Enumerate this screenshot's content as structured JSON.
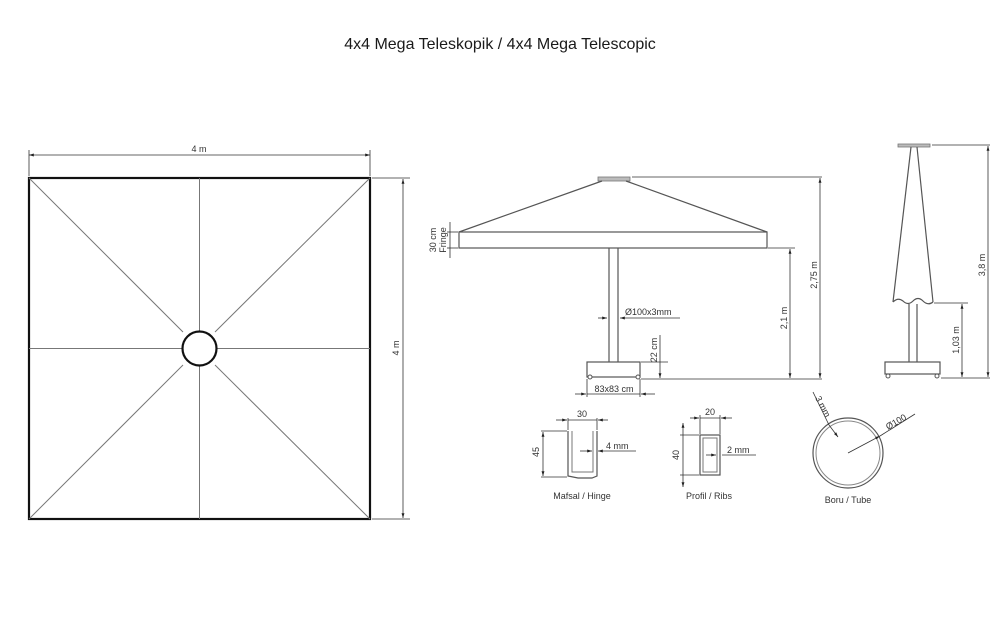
{
  "title": "4x4 Mega Teleskopik / 4x4 Mega Telescopic",
  "top_view": {
    "width_label": "4 m",
    "height_label": "4 m"
  },
  "side_view": {
    "fringe_label": "30 cm",
    "fringe_sub": "Fringe",
    "pole_label": "Ø100x3mm",
    "base_height_label": "22 cm",
    "base_size_label": "83x83 cm",
    "clearance_label": "2,1 m",
    "total_height_label": "2,75 m"
  },
  "closed_view": {
    "total_height_label": "3,8 m",
    "clearance_label": "1,03 m"
  },
  "details": {
    "hinge": {
      "width": "30",
      "height": "45",
      "thickness": "4 mm",
      "caption": "Mafsal / Hinge"
    },
    "ribs": {
      "width": "20",
      "height": "40",
      "thickness": "2 mm",
      "caption": "Profil / Ribs"
    },
    "tube": {
      "thickness": "3 mm",
      "diameter": "Ø100",
      "caption": "Boru / Tube"
    }
  }
}
